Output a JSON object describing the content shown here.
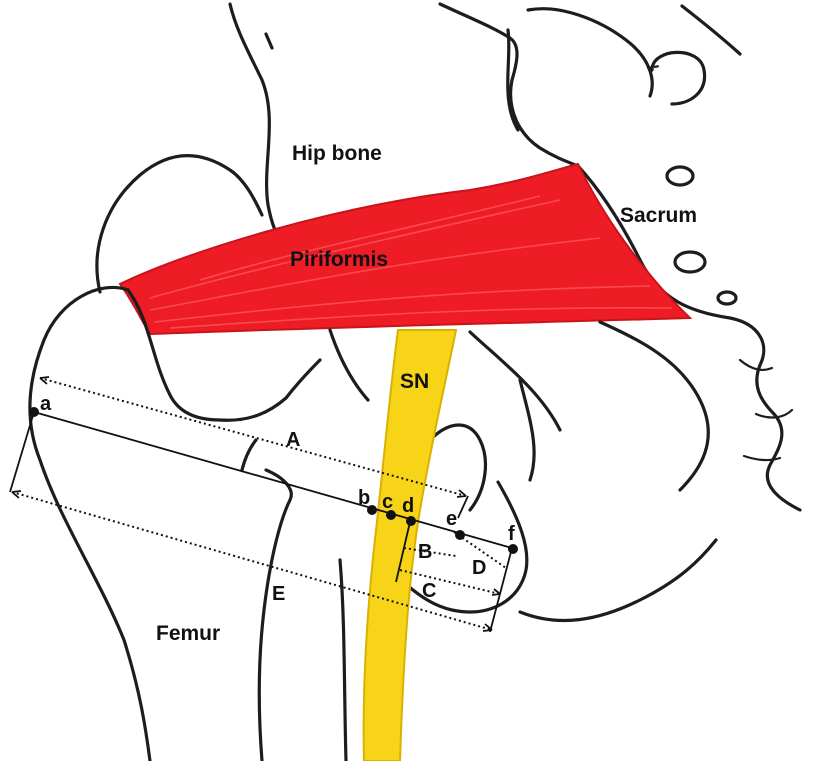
{
  "labels": {
    "hip_bone": "Hip bone",
    "sacrum": "Sacrum",
    "piriformis": "Piriformis",
    "sciatic_nerve": "SN",
    "femur": "Femur"
  },
  "points": {
    "a": "a",
    "b": "b",
    "c": "c",
    "d": "d",
    "e": "e",
    "f": "f"
  },
  "measures": {
    "A": "A",
    "B": "B",
    "C": "C",
    "D": "D",
    "E": "E"
  },
  "colors": {
    "muscle": "#ee1c25",
    "nerve": "#f7d417",
    "ink": "#1d1d1d"
  }
}
